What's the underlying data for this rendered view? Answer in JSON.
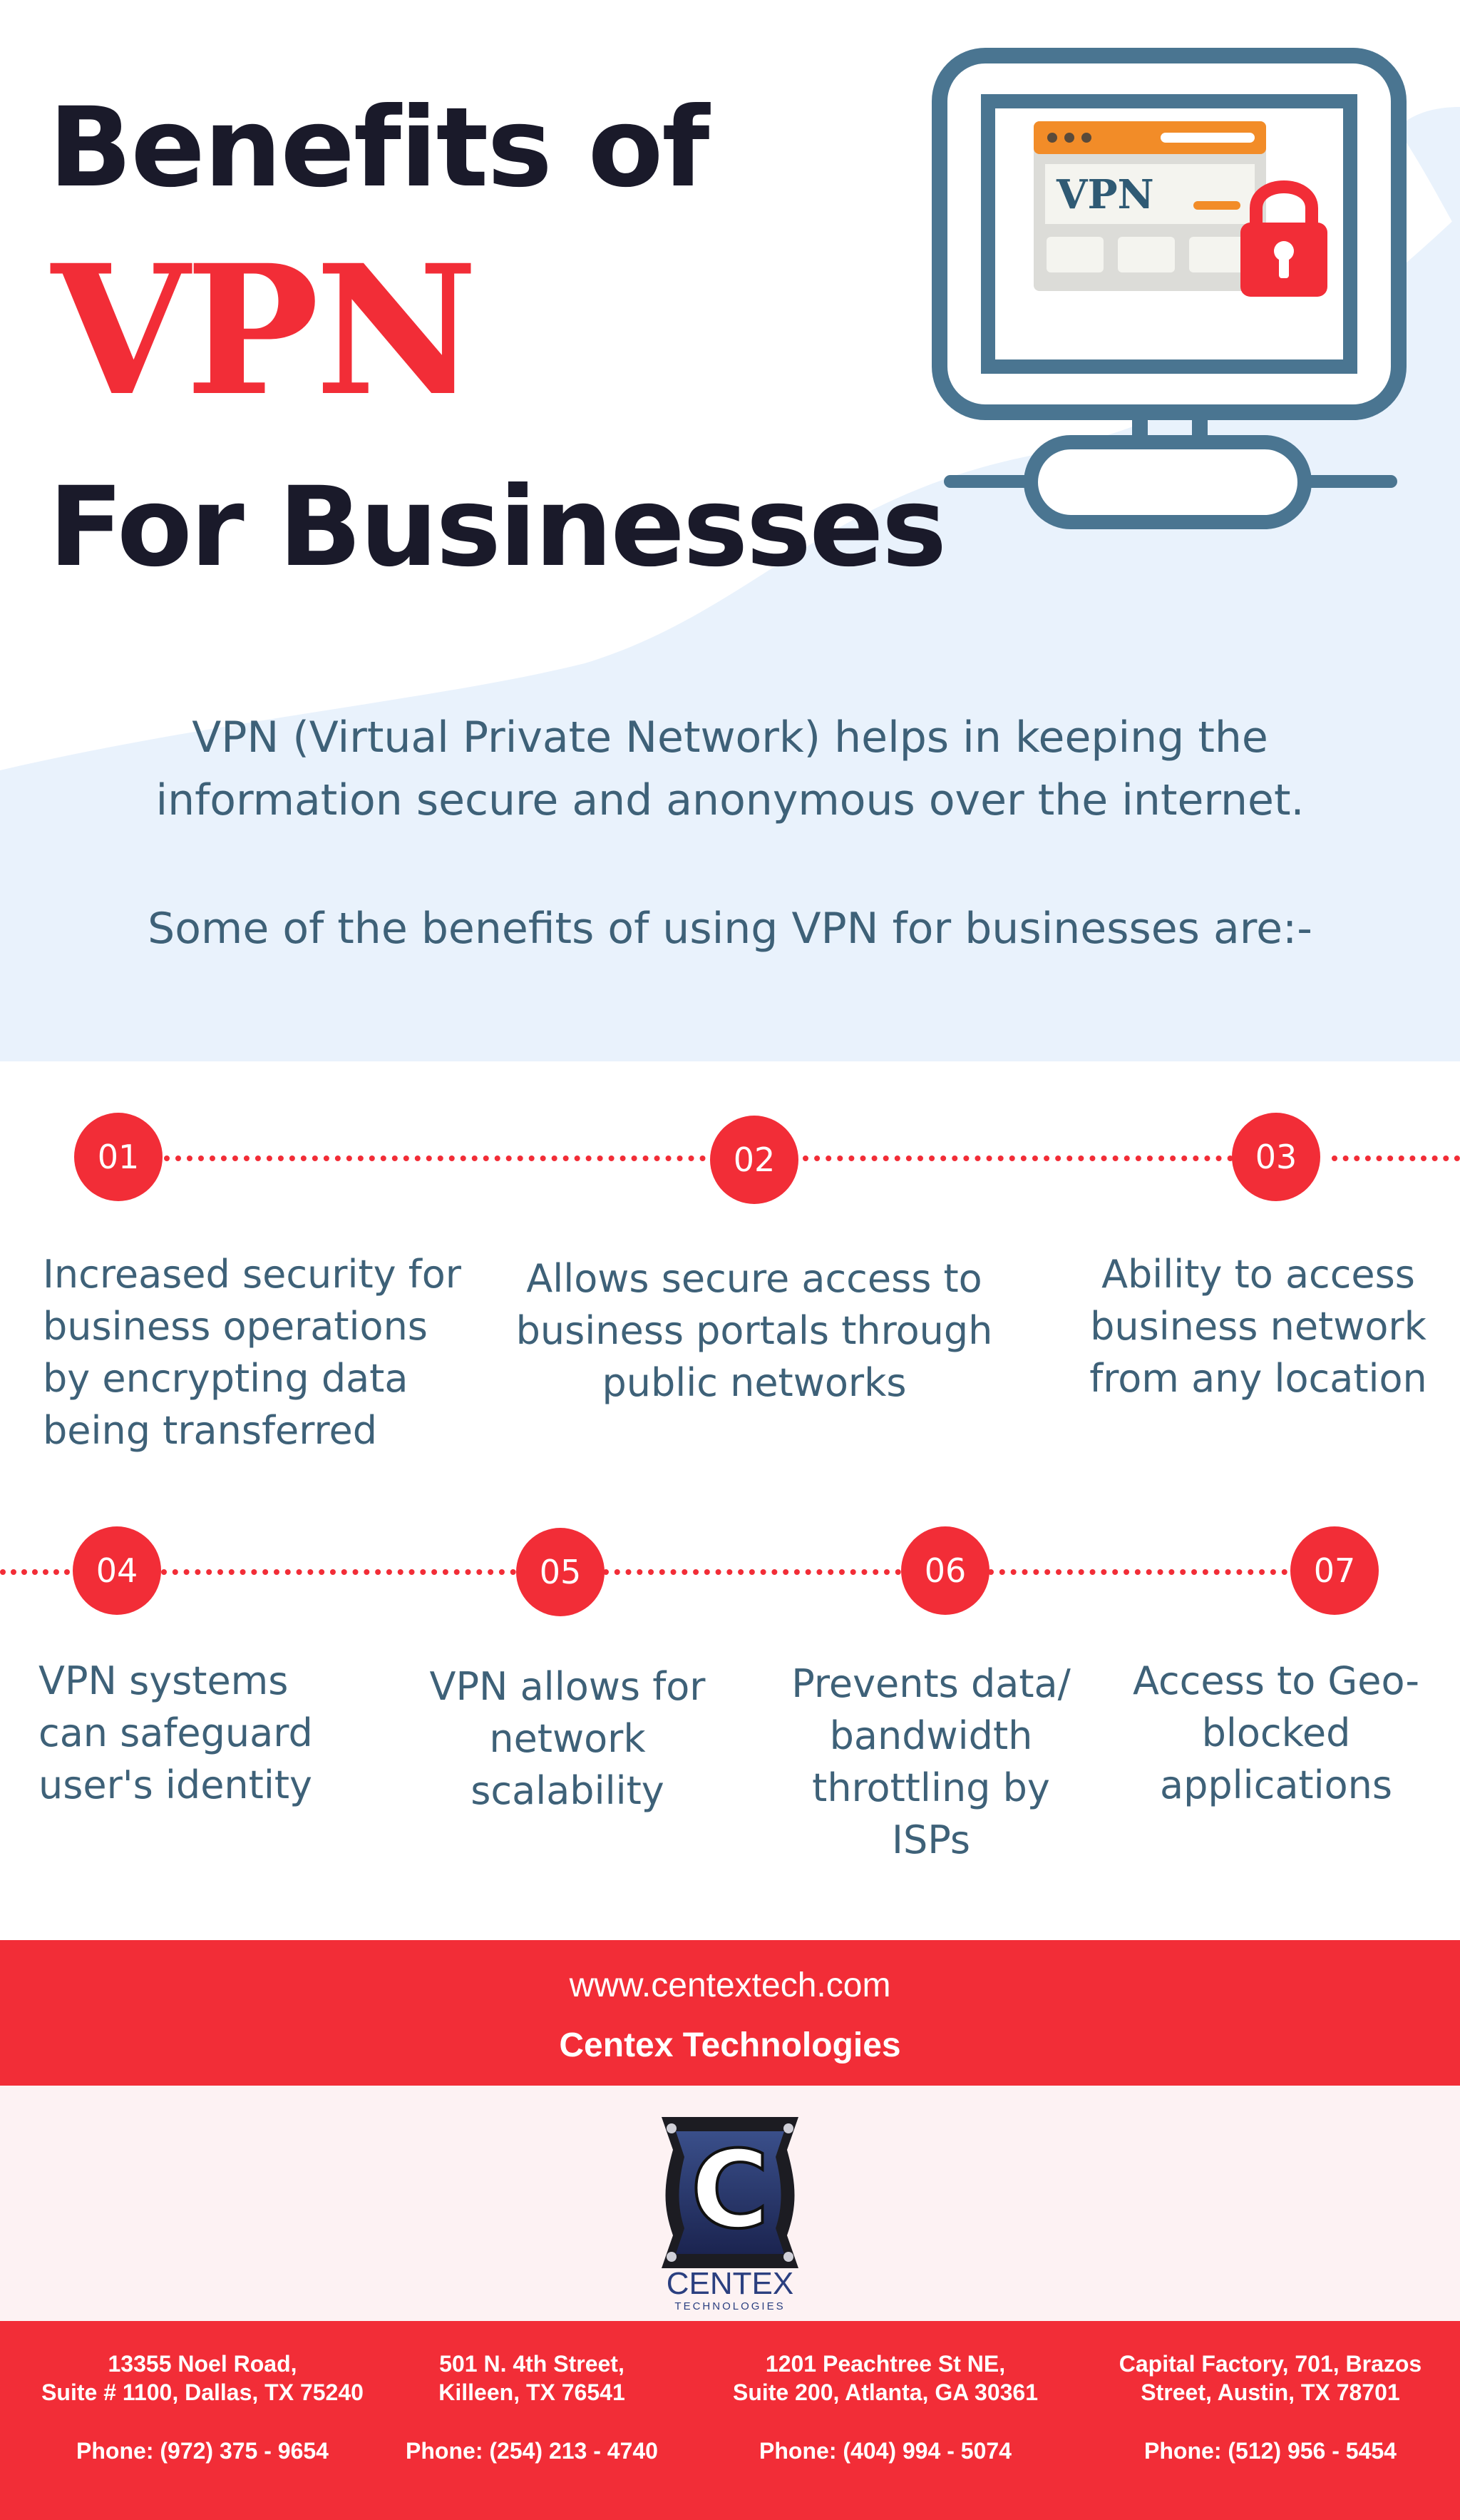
{
  "hero": {
    "title_line1": "Benefits of",
    "title_vpn": "VPN",
    "title_line3": "For Businesses",
    "screen_label": "VPN"
  },
  "intro": {
    "line1": "VPN (Virtual Private Network) helps in keeping the",
    "line2": "information secure and anonymous over the internet.",
    "line3": "Some of the benefits of using VPN for businesses are:-"
  },
  "benefits": [
    {
      "num": "01",
      "text": "Increased security for\nbusiness operations\nby encrypting data\nbeing transferred"
    },
    {
      "num": "02",
      "text": "Allows secure access to\nbusiness portals through\npublic networks"
    },
    {
      "num": "03",
      "text": "Ability to access\nbusiness network\nfrom any location"
    },
    {
      "num": "04",
      "text": "VPN systems\ncan safeguard\nuser's identity"
    },
    {
      "num": "05",
      "text": "VPN allows for\nnetwork\nscalability"
    },
    {
      "num": "06",
      "text": "Prevents data/\nbandwidth\nthrottling by\nISPs"
    },
    {
      "num": "07",
      "text": "Access to Geo-\nblocked\napplications"
    }
  ],
  "footer": {
    "website": "www.centextech.com",
    "company": "Centex Technologies",
    "logo_letter": "C",
    "logo_name": "CENTEX",
    "logo_sub": "TECHNOLOGIES",
    "offices": [
      {
        "address": "13355 Noel Road,\nSuite # 1100, Dallas, TX 75240",
        "phone": "Phone: (972) 375 - 9654"
      },
      {
        "address": "501 N. 4th Street,\nKilleen, TX 76541",
        "phone": "Phone: (254) 213 - 4740"
      },
      {
        "address": "1201 Peachtree St NE,\nSuite 200, Atlanta, GA 30361",
        "phone": "Phone: (404) 994 - 5074"
      },
      {
        "address": "Capital Factory, 701, Brazos\nStreet, Austin, TX 78701",
        "phone": "Phone: (512) 956 - 5454"
      }
    ]
  },
  "colors": {
    "accent_red": "#f22d37",
    "text_dark": "#1a1a2a",
    "text_blue": "#3e6178",
    "monitor_blue": "#4a7591",
    "window_orange": "#f28c28"
  },
  "icons": [
    "monitor-icon",
    "padlock-icon",
    "centex-logo"
  ]
}
